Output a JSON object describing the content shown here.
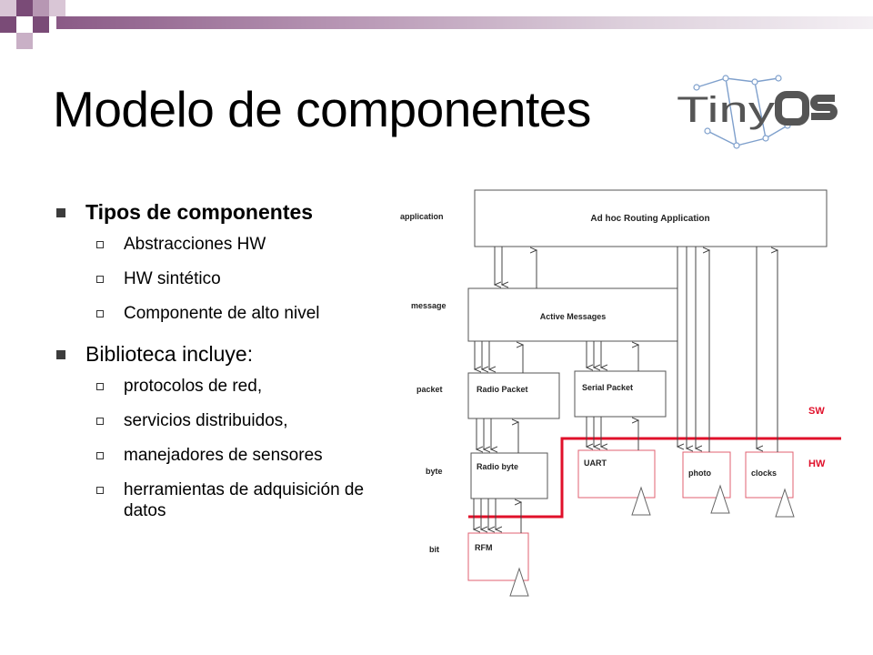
{
  "slide": {
    "title": "Modelo de componentes",
    "logo_text": "TinyOS"
  },
  "bullets": [
    {
      "label": "Tipos de componentes",
      "bold": true,
      "items": [
        "Abstracciones HW",
        "HW sintético",
        "Componente de alto nivel"
      ]
    },
    {
      "label": "Biblioteca incluye:",
      "bold": false,
      "items": [
        "protocolos de red,",
        "servicios distribuidos,",
        "manejadores de sensores",
        "herramientas de adquisición de datos"
      ]
    }
  ],
  "diagram": {
    "layers": {
      "application": "application",
      "message": "message",
      "packet": "packet",
      "byte": "byte",
      "bit": "bit"
    },
    "components": {
      "app": "Ad hoc Routing Application",
      "am": "Active Messages",
      "radio_packet": "Radio Packet",
      "serial_packet": "Serial Packet",
      "radio_byte": "Radio byte",
      "uart": "UART",
      "photo": "photo",
      "clocks": "clocks",
      "rfm": "RFM"
    },
    "boundary": {
      "sw": "SW",
      "hw": "HW"
    },
    "colors": {
      "hw_line": "#e0102a",
      "hw_box": "#e06070",
      "box": "#555555"
    }
  }
}
